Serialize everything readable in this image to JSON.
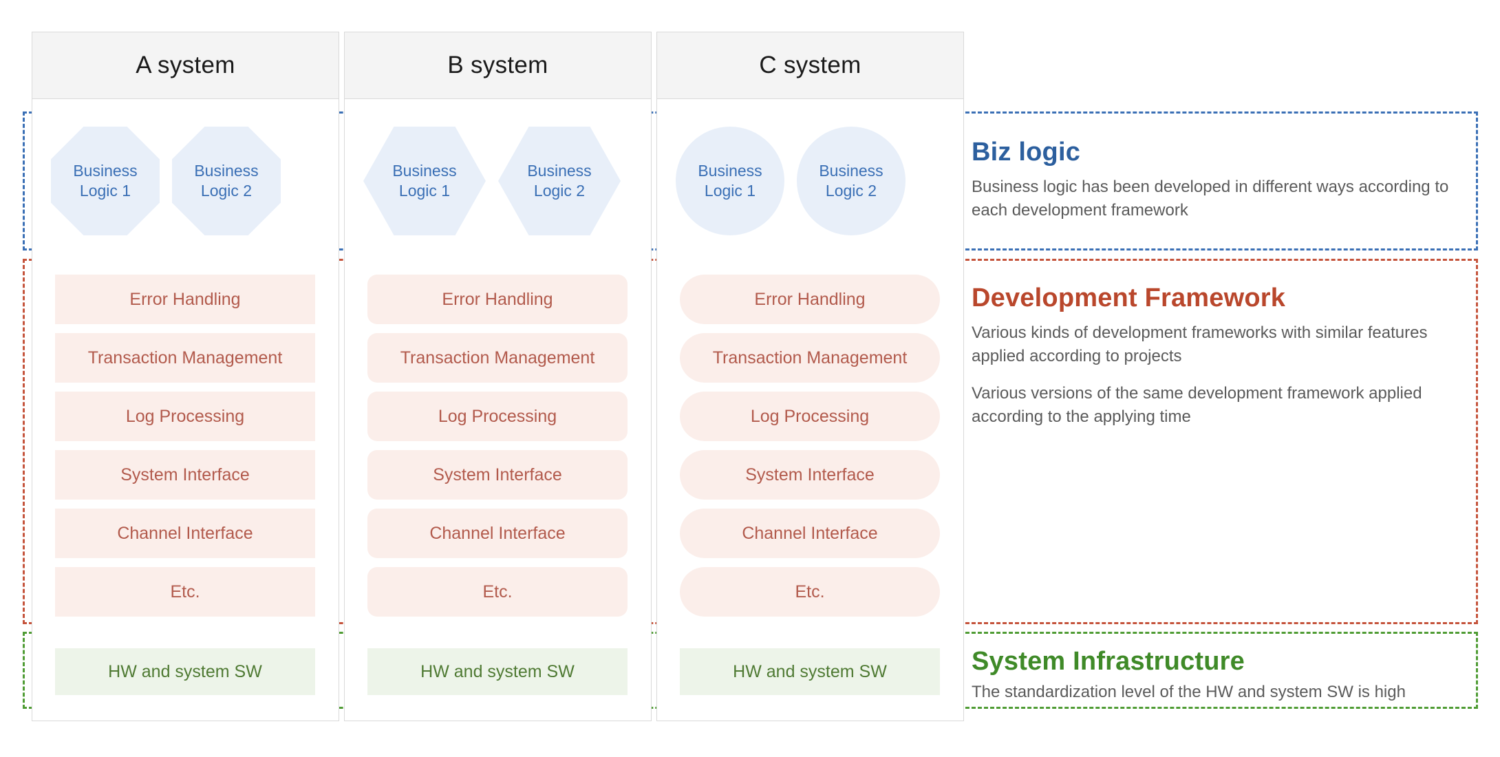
{
  "columns": [
    {
      "id": "a",
      "header": "A system",
      "biz_shape": "octagon",
      "pill_shape": "rectangle",
      "biz_logic": [
        "Business\nLogic 1",
        "Business\nLogic 2"
      ],
      "biz_logic_lines": [
        [
          "Business",
          "Logic 1"
        ],
        [
          "Business",
          "Logic 2"
        ]
      ],
      "framework_items": [
        "Error Handling",
        "Transaction Management",
        "Log Processing",
        "System Interface",
        "Channel Interface",
        "Etc."
      ],
      "infrastructure": "HW and system SW"
    },
    {
      "id": "b",
      "header": "B system",
      "biz_shape": "hexagon",
      "pill_shape": "rounded",
      "biz_logic_lines": [
        [
          "Business",
          "Logic 1"
        ],
        [
          "Business",
          "Logic 2"
        ]
      ],
      "framework_items": [
        "Error Handling",
        "Transaction Management",
        "Log Processing",
        "System Interface",
        "Channel Interface",
        "Etc."
      ],
      "infrastructure": "HW and system SW"
    },
    {
      "id": "c",
      "header": "C system",
      "biz_shape": "circle",
      "pill_shape": "pill",
      "biz_logic_lines": [
        [
          "Business",
          "Logic 1"
        ],
        [
          "Business",
          "Logic 2"
        ]
      ],
      "framework_items": [
        "Error Handling",
        "Transaction Management",
        "Log Processing",
        "System Interface",
        "Channel Interface",
        "Etc."
      ],
      "infrastructure": "HW and system SW"
    }
  ],
  "sections": {
    "biz": {
      "title": "Biz logic",
      "paragraphs": [
        "Business logic has been developed in different ways according to each development framework"
      ],
      "border_color": "#3a6fb5",
      "title_color": "#2c5f9e"
    },
    "dev": {
      "title": "Development Framework",
      "paragraphs": [
        "Various kinds of development frameworks with similar features applied according to projects",
        "Various versions of the same development framework applied according to the applying time"
      ],
      "border_color": "#c5543c",
      "title_color": "#b9472c"
    },
    "infra": {
      "title": "System Infrastructure",
      "paragraphs": [
        "The standardization level of the HW and system SW is high"
      ],
      "border_color": "#4f9c34",
      "title_color": "#3f8a28"
    }
  },
  "palette": {
    "biz_shape_fill": "#e8eff9",
    "biz_shape_text": "#3a6fb5",
    "framework_fill": "#fbeeea",
    "framework_text": "#b25a4c",
    "infra_fill": "#edf4e9",
    "infra_text": "#4f7a33",
    "column_header_fill": "#f4f4f4",
    "column_border": "#d9d9d9"
  }
}
